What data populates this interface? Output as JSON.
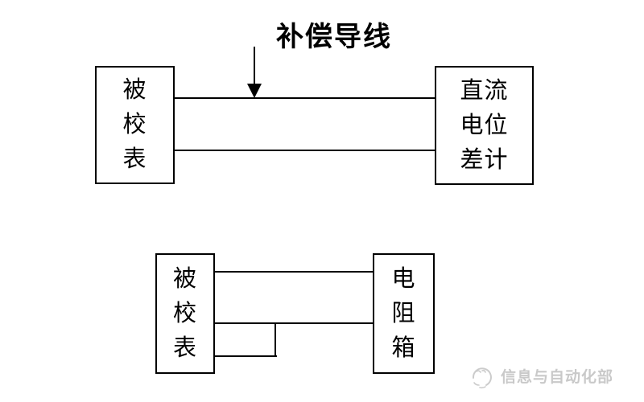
{
  "diagram_top": {
    "annotation_label": "补偿导线",
    "left_box_label": "被\n校\n表",
    "right_box_label": "直流\n电位\n差计"
  },
  "diagram_bottom": {
    "left_box_label": "被\n校\n表",
    "right_box_label": "电\n阻\n箱"
  },
  "watermark": {
    "text": "信息与自动化部"
  },
  "colors": {
    "line": "#000000",
    "watermark_gray": "#c9c9c9",
    "background": "#ffffff"
  }
}
